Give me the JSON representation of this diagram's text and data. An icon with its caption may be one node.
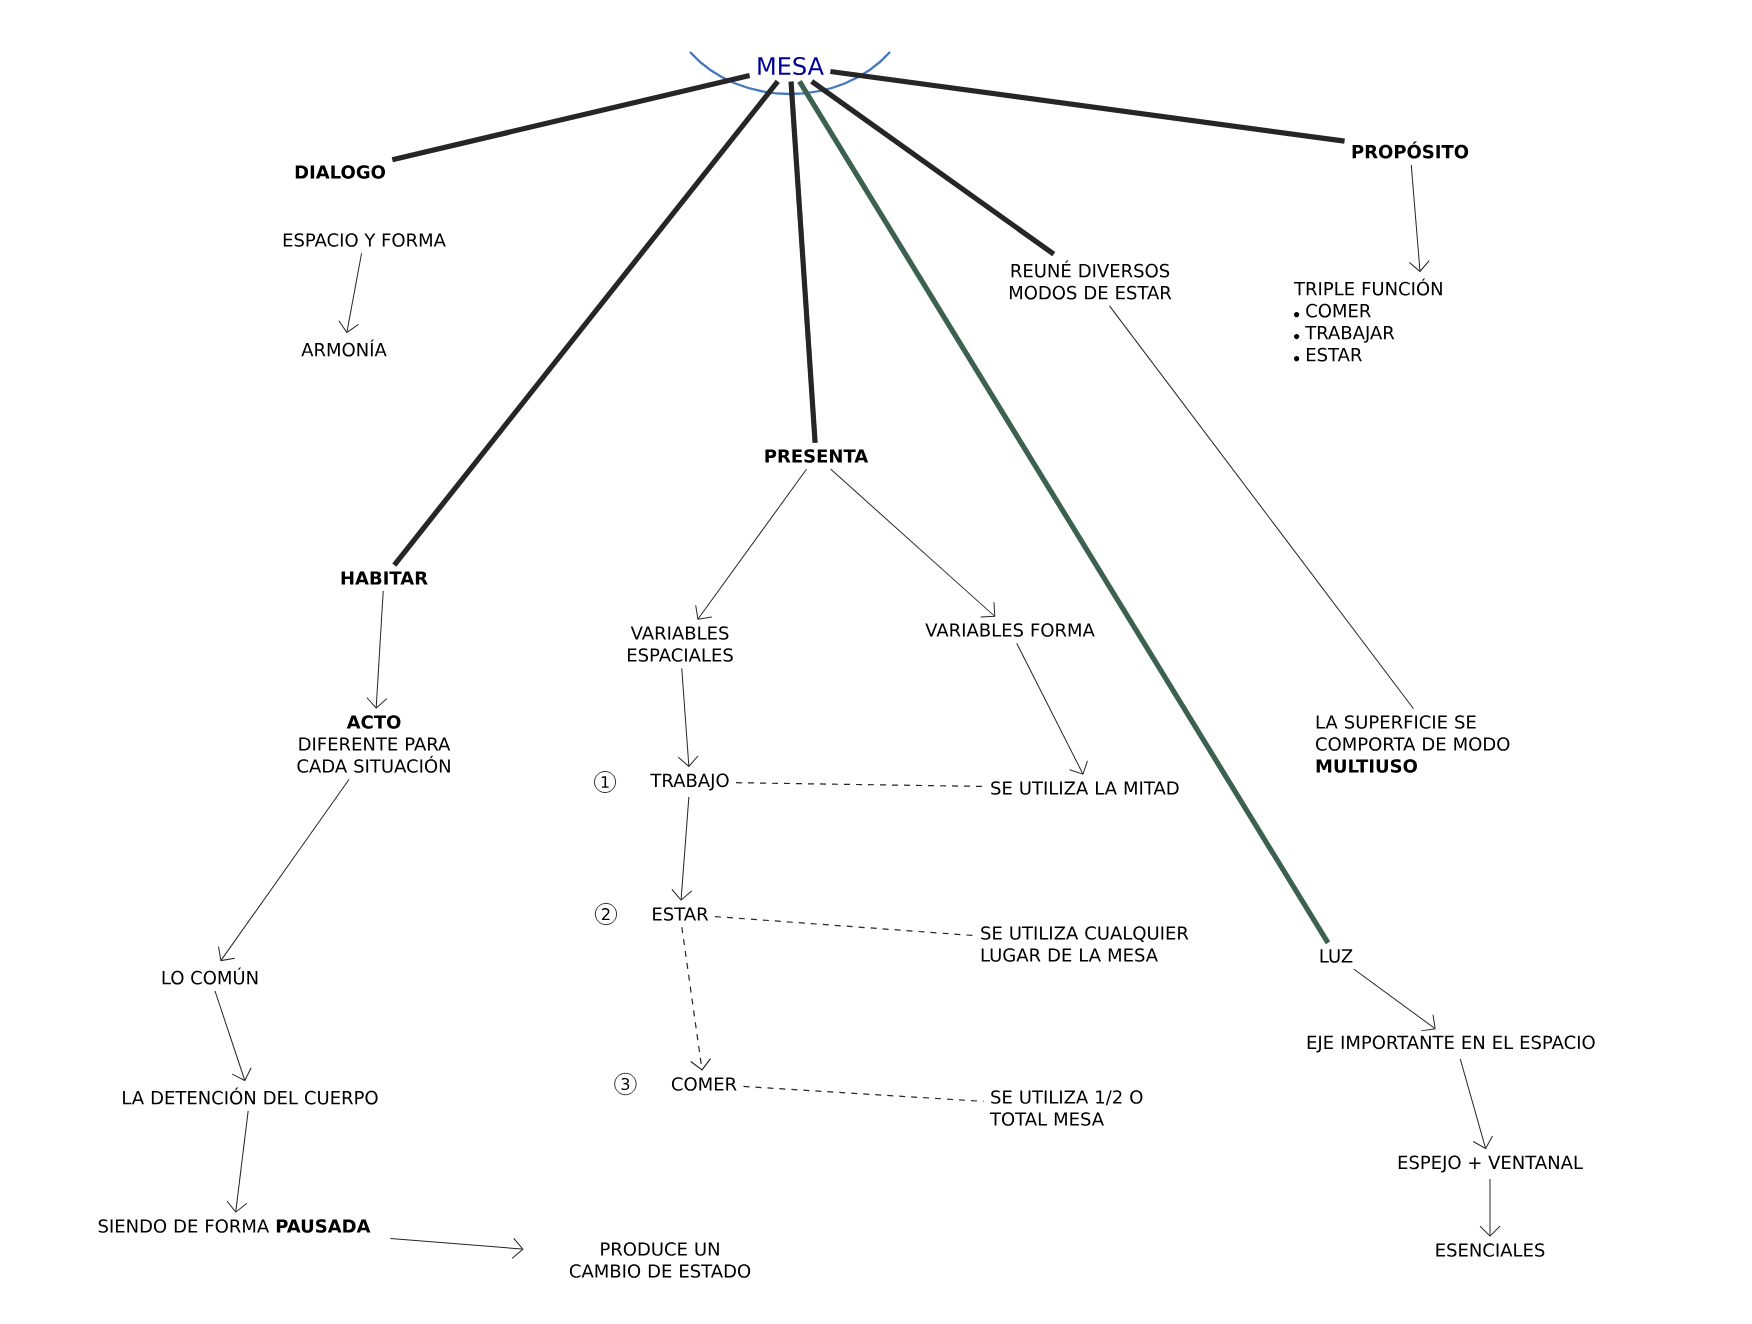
{
  "diagram": {
    "nodes": [
      {
        "text": [
          "MESA"
        ]
      },
      {
        "text": [
          "DIALOGO"
        ]
      },
      {
        "text": [
          "ESPACIO Y FORMA"
        ]
      },
      {
        "text": [
          "ARMONÍA"
        ]
      },
      {
        "text": [
          "HABITAR"
        ]
      },
      {
        "text": [
          "ACTO",
          "DIFERENTE PARA CADA SITUACIÓN"
        ]
      },
      {
        "text": [
          "LO COMÚN"
        ]
      },
      {
        "text": [
          "LA DETENCIÓN DEL CUERPO"
        ]
      },
      {
        "text": [
          "SIENDO DE FORMA **PAUSADA**"
        ]
      },
      {
        "text": [
          "PRODUCE UN CAMBIO DE ESTADO"
        ]
      },
      {
        "text": [
          "PRESENTA"
        ]
      },
      {
        "text": [
          "VARIABLES ESPACIALES"
        ]
      },
      {
        "text": [
          "VARIABLES FORMA"
        ]
      },
      {
        "text": [
          "TRABAJO"
        ],
        "beside": [
          "1"
        ]
      },
      {
        "text": [
          "ESTAR"
        ],
        "beside": [
          "2"
        ]
      },
      {
        "text": [
          "COMER"
        ],
        "beside": [
          "3"
        ]
      },
      {
        "text": [
          "SE UTILIZA LA MITAD"
        ]
      },
      {
        "text": [
          "SE UTILIZA CUALQUIER LUGAR DE LA MESA"
        ]
      },
      {
        "text": [
          "SE UTILIZA 1/2 O TOTAL MESA"
        ]
      },
      {
        "text": [
          "REUNÉ DIVERSOS MODOS DE ESTAR"
        ]
      },
      {
        "text": [
          "PROPÓSITO"
        ]
      },
      {
        "text": [
          "TRIPLE FUNCIÓN",
          "COMER",
          "TRABAJAR",
          "ESTAR"
        ]
      },
      {
        "text": [
          "LA SUPERFICIE SE COMPORTA DE MODO **MULTIUSO**"
        ]
      },
      {
        "text": [
          "LUZ"
        ]
      },
      {
        "text": [
          "EJE IMPORTANTE EN EL ESPACIO"
        ]
      },
      {
        "text": [
          "ESPEJO + VENTANAL"
        ]
      },
      {
        "text": [
          "ESENCIALES"
        ]
      }
    ],
    "edges": [
      {
        "from": 0,
        "to": 1,
        "arrow": "none",
        "style": "thick"
      },
      {
        "from": 0,
        "to": 4,
        "arrow": "none",
        "style": "thick"
      },
      {
        "from": 0,
        "to": 10,
        "arrow": "none",
        "style": "thick"
      },
      {
        "from": 0,
        "to": 19,
        "arrow": "none",
        "style": "thick"
      },
      {
        "from": 0,
        "to": 23,
        "arrow": "none",
        "style": "thick",
        "color": "#3d6150"
      },
      {
        "from": 0,
        "to": 20,
        "arrow": "none",
        "style": "thick"
      },
      {
        "from": 2,
        "to": 3,
        "arrow": "to"
      },
      {
        "from": 4,
        "to": 5,
        "arrow": "to"
      },
      {
        "from": 5,
        "to": 6,
        "arrow": "to"
      },
      {
        "from": 6,
        "to": 7,
        "arrow": "to"
      },
      {
        "from": 7,
        "to": 8,
        "arrow": "to"
      },
      {
        "from": 8,
        "to": 9,
        "arrow": "to"
      },
      {
        "from": 10,
        "to": 11,
        "arrow": "to"
      },
      {
        "from": 10,
        "to": 12,
        "arrow": "to"
      },
      {
        "from": 11,
        "to": 13,
        "arrow": "to"
      },
      {
        "from": 13,
        "to": 14,
        "arrow": "to"
      },
      {
        "from": 14,
        "to": 15,
        "arrow": "to",
        "style": "dashed"
      },
      {
        "from": 12,
        "to": 16,
        "arrow": "to"
      },
      {
        "from": 13,
        "to": 16,
        "arrow": "none",
        "style": "dashed"
      },
      {
        "from": 14,
        "to": 17,
        "arrow": "none",
        "style": "dashed"
      },
      {
        "from": 15,
        "to": 18,
        "arrow": "none",
        "style": "dashed"
      },
      {
        "from": 19,
        "to": 22,
        "arrow": "none"
      },
      {
        "from": 20,
        "to": 21,
        "arrow": "to"
      },
      {
        "from": 23,
        "to": 24,
        "arrow": "to"
      },
      {
        "from": 24,
        "to": 25,
        "arrow": "to"
      },
      {
        "from": 25,
        "to": 26,
        "arrow": "to"
      }
    ]
  }
}
